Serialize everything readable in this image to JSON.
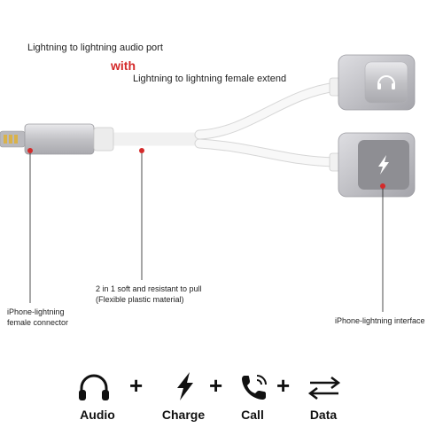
{
  "headline": {
    "line1": "Lightning to lightning audio port",
    "line2": "with",
    "line3": "Lightning to lightning female extend"
  },
  "labels": {
    "left_line1": "iPhone-lightning",
    "left_line2": "female connector",
    "mid_line1": "2 in 1 soft and resistant to pull",
    "mid_line2": "(Flexible plastic material)",
    "right": "iPhone-lightning interface"
  },
  "features": [
    {
      "label": "Audio",
      "icon": "headphones-icon"
    },
    {
      "label": "Charge",
      "icon": "lightning-bolt-icon"
    },
    {
      "label": "Call",
      "icon": "phone-icon"
    },
    {
      "label": "Data",
      "icon": "sync-arrows-icon"
    }
  ],
  "plus_sign": "+",
  "colors": {
    "accent_red": "#d42a2a",
    "aluminum": "#c4c4c8",
    "cable": "#f4f4f4"
  }
}
